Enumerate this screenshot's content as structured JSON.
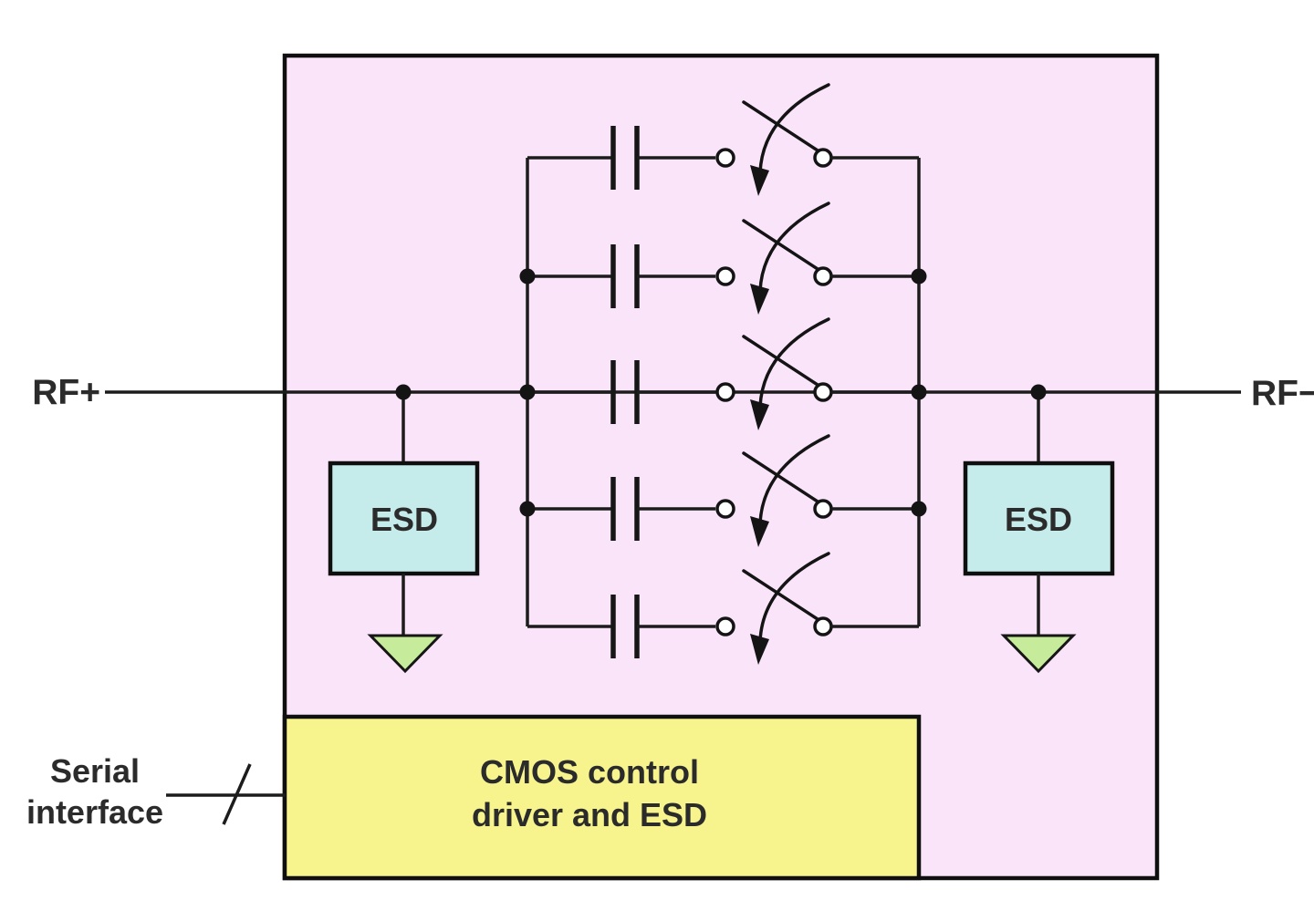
{
  "figure": {
    "type": "circuit-diagram",
    "description": "Tunable capacitor chip: five switched capacitor branches in parallel between RF+ and RF- rails, ESD protection blocks to ground on each rail, and a CMOS control block driven through a serial interface bus",
    "branch_count": 5
  },
  "labels": {
    "rf_plus": "RF+",
    "rf_minus": "RF−",
    "esd_left": "ESD",
    "esd_right": "ESD",
    "cmos_line1": "CMOS control",
    "cmos_line2": "driver and ESD",
    "serial_line1": "Serial",
    "serial_line2": "interface"
  },
  "colors": {
    "chip_fill": "#fae4f9",
    "esd_fill": "#c6ebeb",
    "ground_fill": "#c6ec9b",
    "cmos_fill": "#f7f48d",
    "line": "#1c1c1c",
    "text": "#2b2b2b"
  }
}
